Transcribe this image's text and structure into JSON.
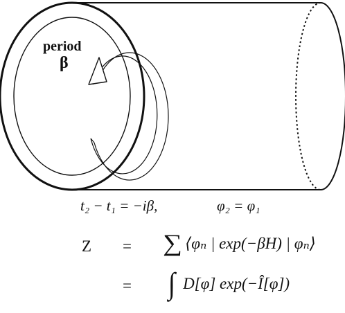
{
  "diagram": {
    "period_label": "period",
    "period_symbol": "β",
    "caption_time": "t₂ − t₁ = −iβ,",
    "caption_field": "φ₂ = φ₁"
  },
  "equations": [
    {
      "lhs": "Z",
      "eq": "=",
      "op": "∑",
      "body": "⟨φₙ | exp(−βH) | φₙ⟩"
    },
    {
      "lhs": "",
      "eq": "=",
      "op": "∫",
      "body": "D[φ] exp(−Î[φ])"
    }
  ]
}
